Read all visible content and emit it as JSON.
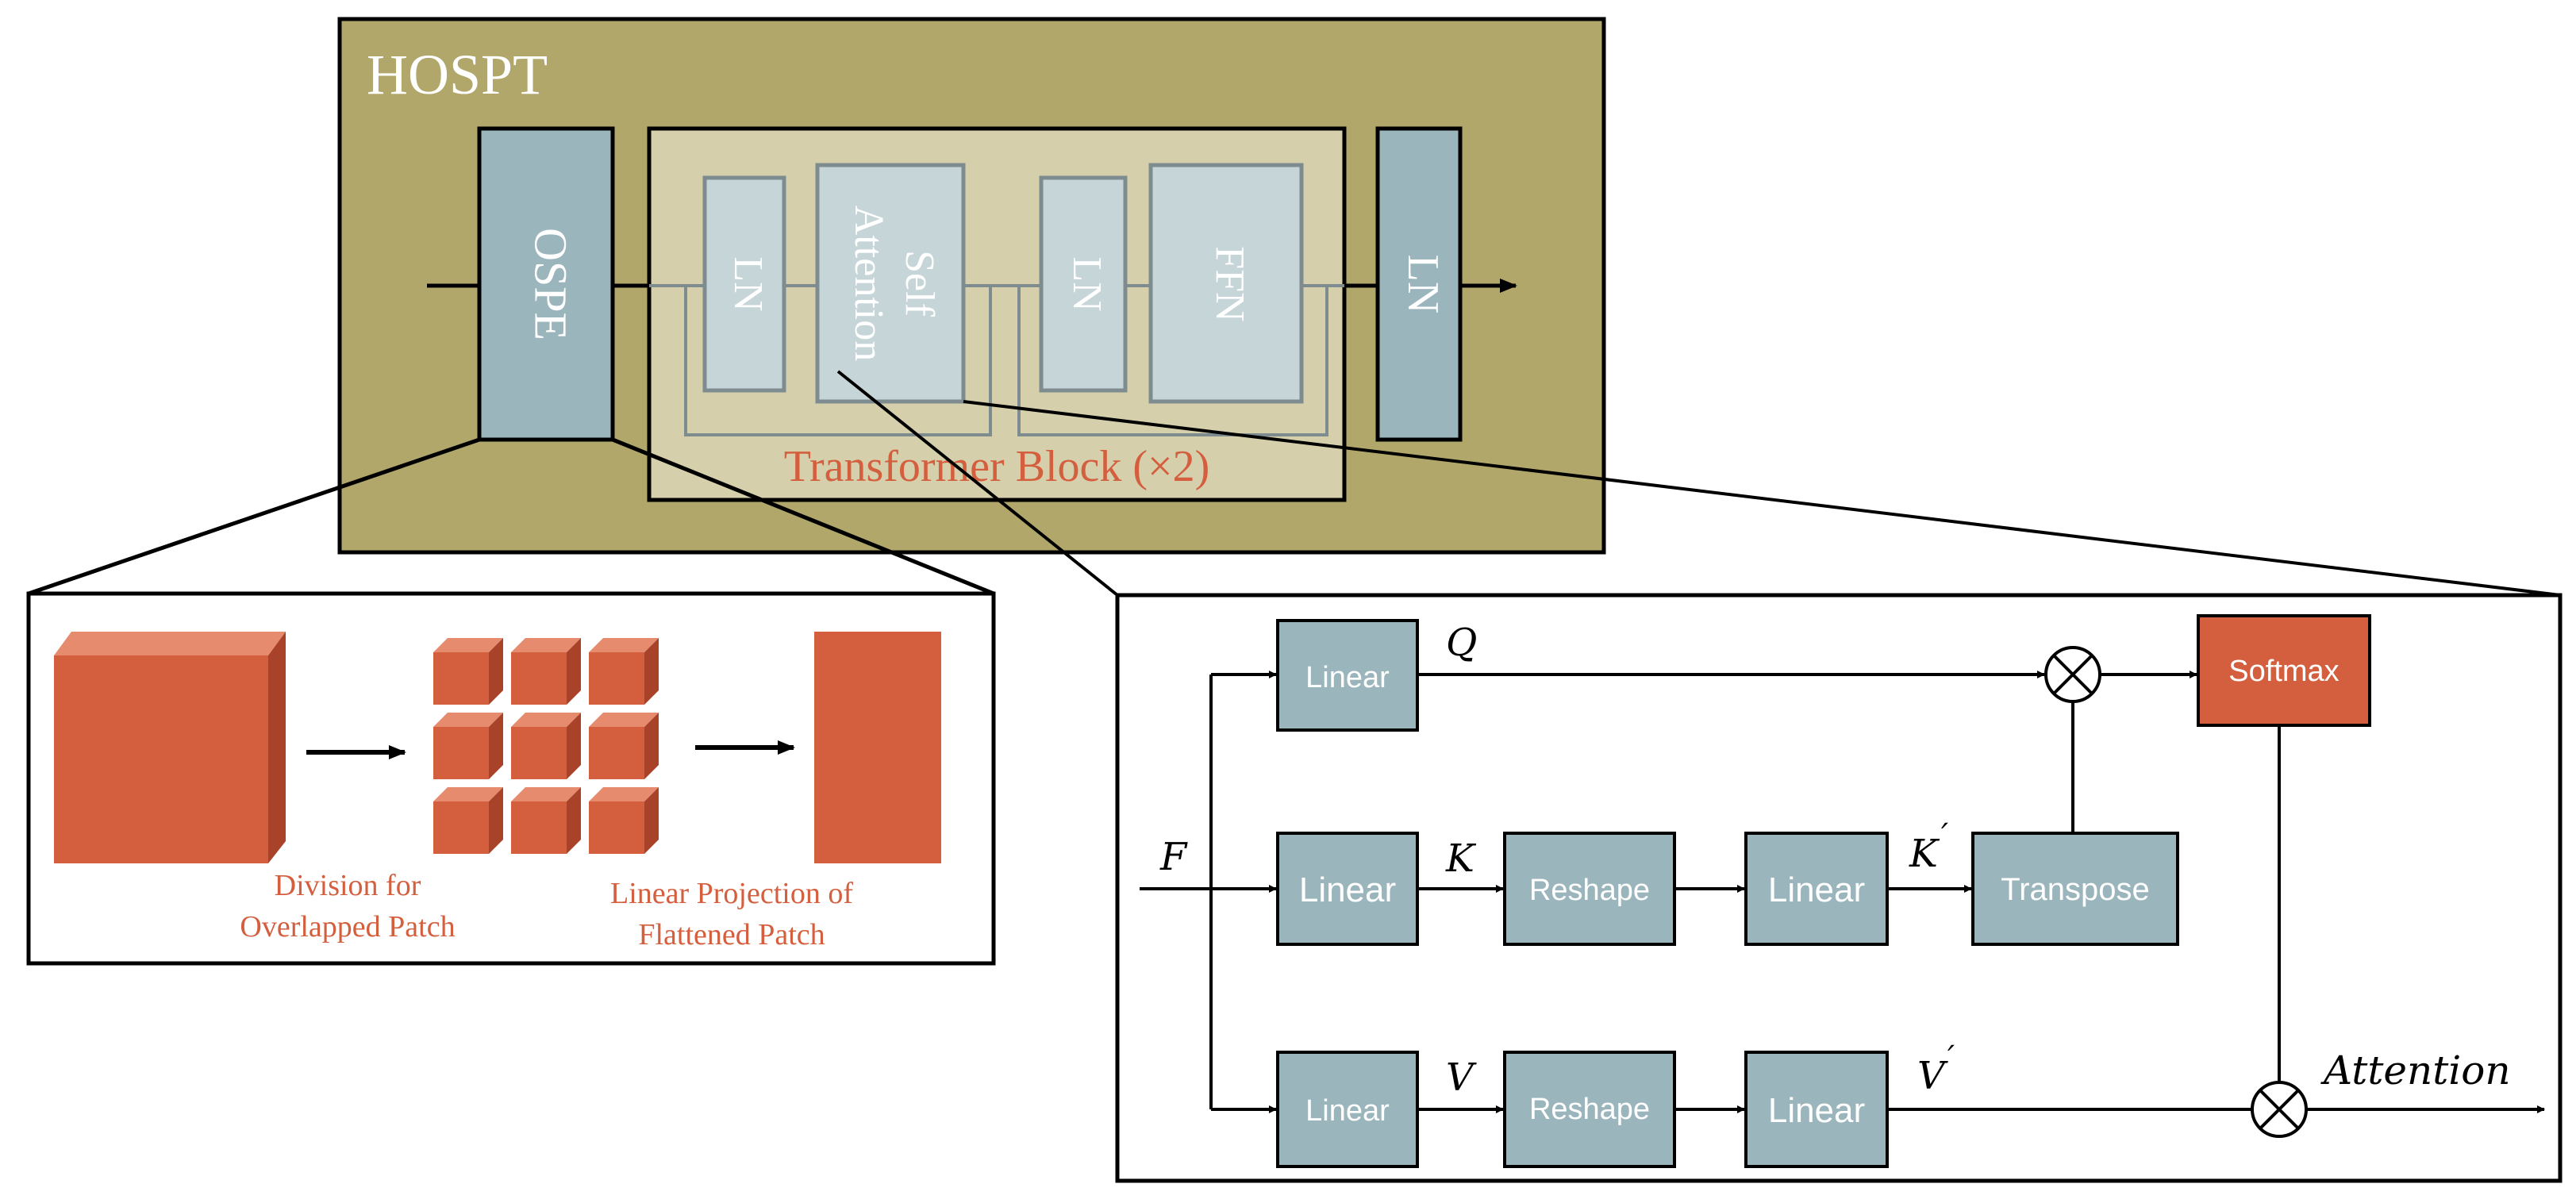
{
  "hospt": {
    "title": "HOSPT",
    "ospe_label": "OSPE",
    "ln1_label": "LN",
    "self_attention_line1": "Self",
    "self_attention_line2": "Attention",
    "ln2_label": "LN",
    "ffn_label": "FFN",
    "ln3_label": "LN",
    "transformer_block_label": "Transformer Block (×2)"
  },
  "patch_panel": {
    "division_line1": "Division for",
    "division_line2": "Overlapped Patch",
    "projection_line1": "Linear Projection of",
    "projection_line2": "Flattened Patch"
  },
  "attention_panel": {
    "input_label": "F",
    "q_label": "Q",
    "k_label": "K",
    "k_prime_label": "K",
    "v_label": "V",
    "v_prime_label": "V",
    "prime_mark": "′",
    "linear_label": "Linear",
    "reshape_label": "Reshape",
    "transpose_label": "Transpose",
    "softmax_label": "Softmax",
    "output_label": "Attention"
  },
  "colors": {
    "hospt_bg": "#B2A76B",
    "transformer_bg": "#D6CFAC",
    "block_blue": "#9AB5BC",
    "block_light": "#C6D5D8",
    "block_gray_edge": "#7F8C8F",
    "orange": "#D45F3E",
    "orange_dark": "#A8432A",
    "orange_light": "#E78B6F",
    "line": "#000000"
  }
}
